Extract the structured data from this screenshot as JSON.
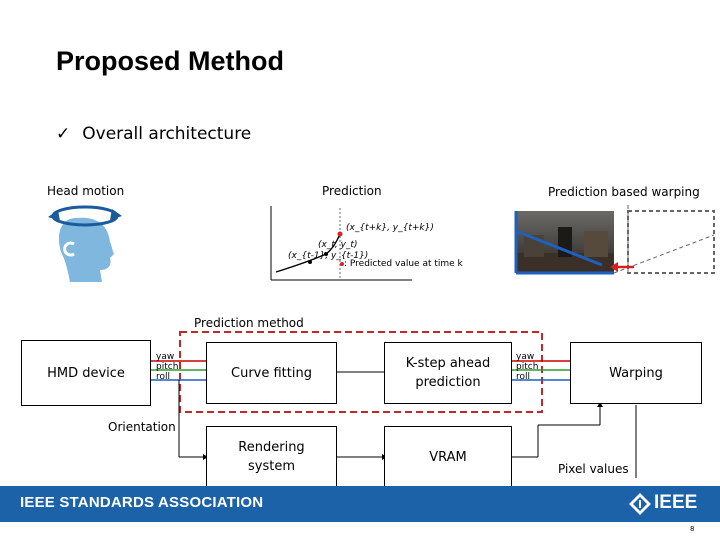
{
  "slide": {
    "title": "Proposed Method",
    "bullet": {
      "check": "✓",
      "text": "Overall architecture"
    },
    "page_number": "8"
  },
  "top_row": {
    "head_motion_label": "Head motion",
    "prediction_label": "Prediction",
    "warping_label": "Prediction based warping",
    "prediction_chart": {
      "point_top": "(x_{t+k}, y_{t+k})",
      "point_mid": "(x_t, y_t)",
      "point_low": "(x_{t-1}, y_{t-1})",
      "legend": ": Predicted value at time k"
    }
  },
  "diagram": {
    "prediction_method_label": "Prediction method",
    "hmd_device": "HMD device",
    "curve_fitting": "Curve fitting",
    "kstep_line1": "K-step ahead",
    "kstep_line2": "prediction",
    "warping": "Warping",
    "rendering_line1": "Rendering",
    "rendering_line2": "system",
    "vram": "VRAM",
    "orientation_label": "Orientation",
    "pixel_values_label": "Pixel values",
    "signals_left": [
      "yaw",
      "pitch",
      "roll"
    ],
    "signals_right": [
      "yaw",
      "pitch",
      "roll"
    ],
    "signal_colors": [
      "#cc0000",
      "#2e9b2e",
      "#1f5fbf"
    ],
    "dashed_frame_color": "#c0292b"
  },
  "footer": {
    "org": "IEEE STANDARDS ASSOCIATION",
    "brand": "IEEE",
    "bar_color": "#1c62a8"
  }
}
